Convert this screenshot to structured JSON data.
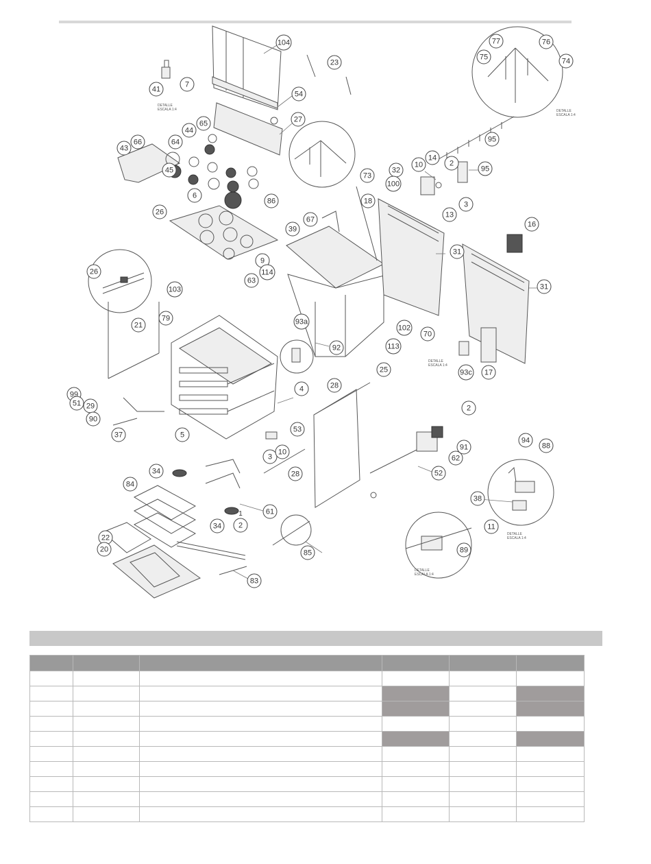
{
  "callouts": [
    {
      "id": "c104",
      "text": "104"
    },
    {
      "id": "c23",
      "text": "23"
    },
    {
      "id": "c7",
      "text": "7"
    },
    {
      "id": "c41",
      "text": "41"
    },
    {
      "id": "c54",
      "text": "54"
    },
    {
      "id": "c27",
      "text": "27"
    },
    {
      "id": "c65",
      "text": "65"
    },
    {
      "id": "c44",
      "text": "44"
    },
    {
      "id": "c64",
      "text": "64"
    },
    {
      "id": "c43",
      "text": "43"
    },
    {
      "id": "c66",
      "text": "66"
    },
    {
      "id": "c45",
      "text": "45"
    },
    {
      "id": "c6",
      "text": "6"
    },
    {
      "id": "c86",
      "text": "86"
    },
    {
      "id": "c26a",
      "text": "26"
    },
    {
      "id": "c9",
      "text": "9"
    },
    {
      "id": "c114",
      "text": "114"
    },
    {
      "id": "c63",
      "text": "63"
    },
    {
      "id": "c26b",
      "text": "26"
    },
    {
      "id": "c21",
      "text": "21"
    },
    {
      "id": "c103",
      "text": "103"
    },
    {
      "id": "c79",
      "text": "79"
    },
    {
      "id": "c93a",
      "text": "93a"
    },
    {
      "id": "c92",
      "text": "92"
    },
    {
      "id": "c113",
      "text": "113"
    },
    {
      "id": "c102",
      "text": "102"
    },
    {
      "id": "c99",
      "text": "99"
    },
    {
      "id": "c51",
      "text": "51"
    },
    {
      "id": "c29",
      "text": "29"
    },
    {
      "id": "c90",
      "text": "90"
    },
    {
      "id": "c37",
      "text": "37"
    },
    {
      "id": "c5",
      "text": "5"
    },
    {
      "id": "c4",
      "text": "4"
    },
    {
      "id": "c53",
      "text": "53"
    },
    {
      "id": "c3b",
      "text": "3"
    },
    {
      "id": "c10b",
      "text": "10"
    },
    {
      "id": "c28a",
      "text": "28"
    },
    {
      "id": "c28b",
      "text": "28"
    },
    {
      "id": "c25",
      "text": "25"
    },
    {
      "id": "c34a",
      "text": "34"
    },
    {
      "id": "c84",
      "text": "84"
    },
    {
      "id": "c61",
      "text": "61"
    },
    {
      "id": "c34b",
      "text": "34"
    },
    {
      "id": "c2c",
      "text": "2"
    },
    {
      "id": "c22",
      "text": "22"
    },
    {
      "id": "c20",
      "text": "20"
    },
    {
      "id": "c83",
      "text": "83"
    },
    {
      "id": "c85",
      "text": "85"
    },
    {
      "id": "c73",
      "text": "73"
    },
    {
      "id": "c18",
      "text": "18"
    },
    {
      "id": "c67",
      "text": "67"
    },
    {
      "id": "c39",
      "text": "39"
    },
    {
      "id": "c31a",
      "text": "31"
    },
    {
      "id": "c31b",
      "text": "31"
    },
    {
      "id": "c16",
      "text": "16"
    },
    {
      "id": "c70",
      "text": "70"
    },
    {
      "id": "c93c",
      "text": "93c"
    },
    {
      "id": "c17",
      "text": "17"
    },
    {
      "id": "c32",
      "text": "32"
    },
    {
      "id": "c100",
      "text": "100"
    },
    {
      "id": "c10a",
      "text": "10"
    },
    {
      "id": "c14",
      "text": "14"
    },
    {
      "id": "c2a",
      "text": "2"
    },
    {
      "id": "c13",
      "text": "13"
    },
    {
      "id": "c3a",
      "text": "3"
    },
    {
      "id": "c95a",
      "text": "95"
    },
    {
      "id": "c95b",
      "text": "95"
    },
    {
      "id": "c77",
      "text": "77"
    },
    {
      "id": "c75",
      "text": "75"
    },
    {
      "id": "c76",
      "text": "76"
    },
    {
      "id": "c74",
      "text": "74"
    },
    {
      "id": "c2b",
      "text": "2"
    },
    {
      "id": "c91",
      "text": "91"
    },
    {
      "id": "c62",
      "text": "62"
    },
    {
      "id": "c52",
      "text": "52"
    },
    {
      "id": "c94",
      "text": "94"
    },
    {
      "id": "c88",
      "text": "88"
    },
    {
      "id": "c38",
      "text": "38"
    },
    {
      "id": "c11",
      "text": "11"
    },
    {
      "id": "c89",
      "text": "89"
    }
  ],
  "loose_labels": {
    "one": "1"
  },
  "detail_notes": {
    "d1": [
      "DETALLE",
      "ESCALA 1:4"
    ],
    "d2": [
      "DETALLE",
      "ESCALA 1:4"
    ],
    "d3": [
      "DETALLE",
      "ESCALA 1:4"
    ],
    "d4": [
      "DETALLE",
      "ESCALA 1:4"
    ],
    "d5": [
      "DETALLE",
      "ESCALA 1:4"
    ]
  },
  "table": {
    "rows": 10,
    "gray_cells": [
      [
        1,
        3
      ],
      [
        1,
        5
      ],
      [
        2,
        3
      ],
      [
        2,
        5
      ],
      [
        4,
        3
      ],
      [
        4,
        5
      ]
    ]
  }
}
